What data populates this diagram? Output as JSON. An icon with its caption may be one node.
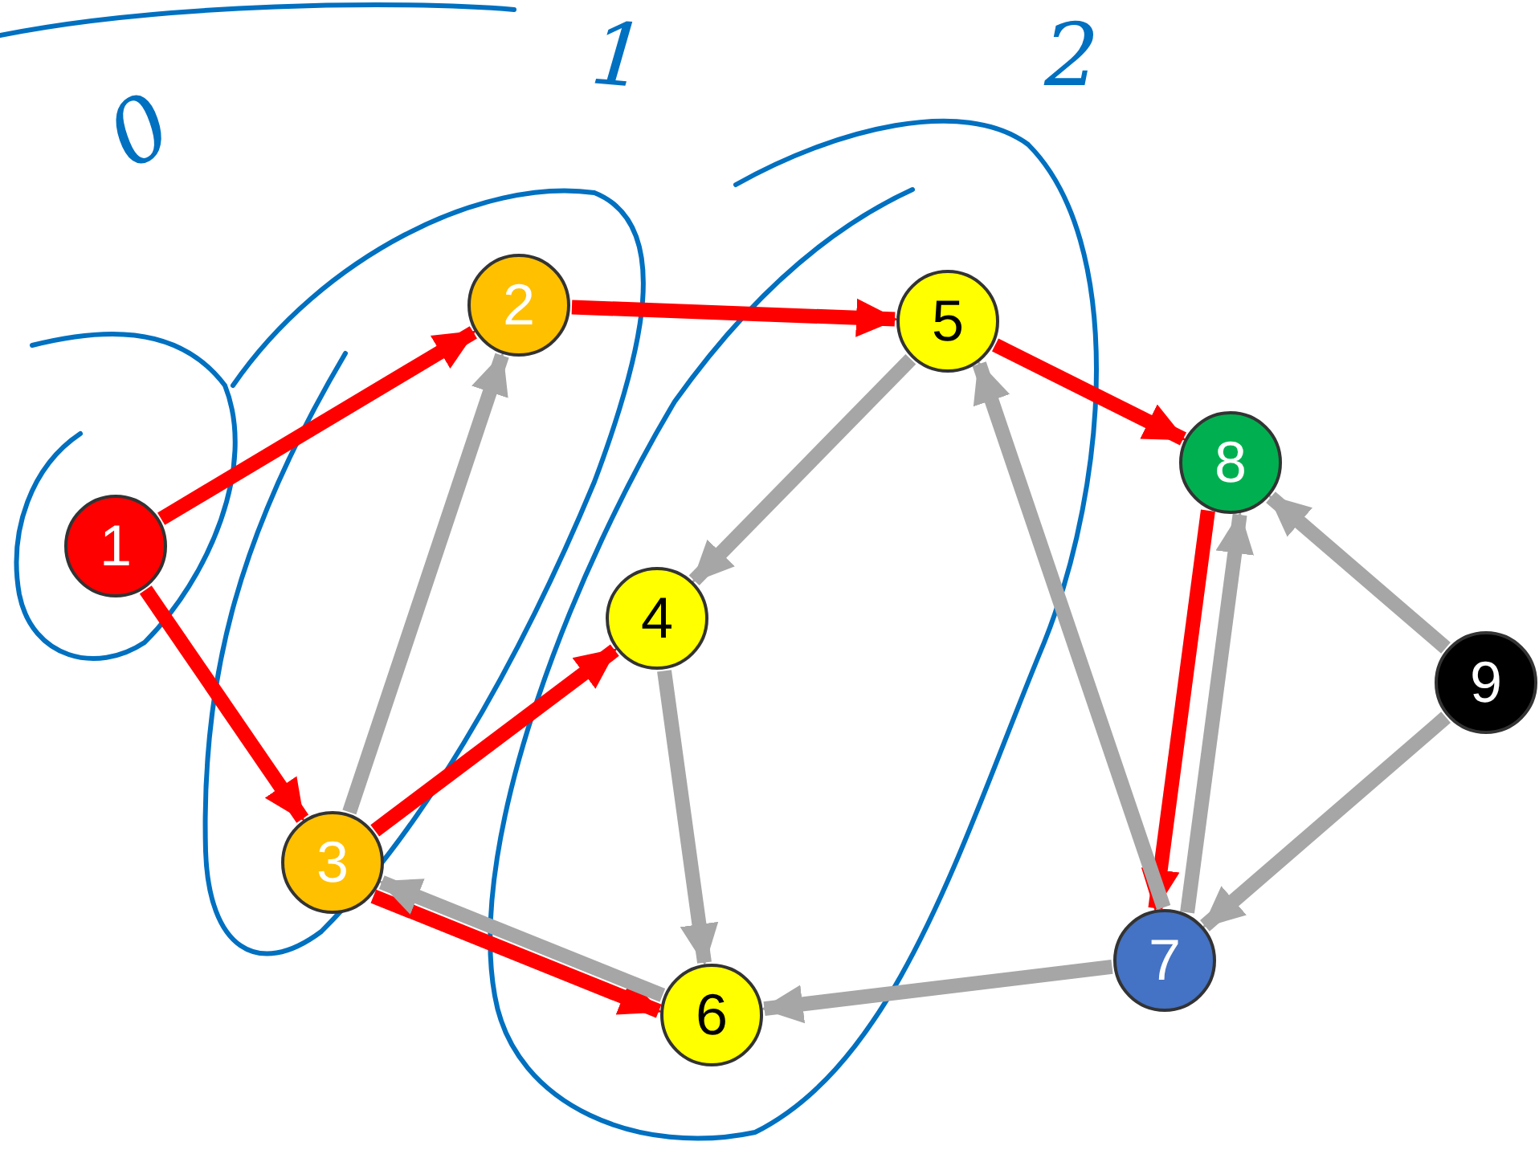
{
  "diagram": {
    "nodes": [
      {
        "text": [
          "1"
        ]
      },
      {
        "text": [
          "2"
        ]
      },
      {
        "text": [
          "3"
        ]
      },
      {
        "text": [
          "4"
        ]
      },
      {
        "text": [
          "5"
        ]
      },
      {
        "text": [
          "6"
        ]
      },
      {
        "text": [
          "7"
        ]
      },
      {
        "text": [
          "8"
        ]
      },
      {
        "text": [
          "9"
        ]
      }
    ],
    "edges": [
      {
        "from": 0,
        "to": 1,
        "arrow": "to",
        "color": "#ff0000"
      },
      {
        "from": 0,
        "to": 2,
        "arrow": "to",
        "color": "#ff0000"
      },
      {
        "from": 1,
        "to": 4,
        "arrow": "to",
        "color": "#ff0000"
      },
      {
        "from": 4,
        "to": 7,
        "arrow": "to",
        "color": "#ff0000"
      },
      {
        "from": 7,
        "to": 6,
        "arrow": "to",
        "color": "#ff0000"
      },
      {
        "from": 2,
        "to": 3,
        "arrow": "to",
        "color": "#ff0000"
      },
      {
        "from": 2,
        "to": 5,
        "arrow": "to",
        "color": "#ff0000"
      },
      {
        "from": 2,
        "to": 1,
        "arrow": "to"
      },
      {
        "from": 4,
        "to": 3,
        "arrow": "to"
      },
      {
        "from": 3,
        "to": 5,
        "arrow": "to"
      },
      {
        "from": 5,
        "to": 2,
        "arrow": "to"
      },
      {
        "from": 6,
        "to": 4,
        "arrow": "to"
      },
      {
        "from": 6,
        "to": 7,
        "arrow": "to"
      },
      {
        "from": 6,
        "to": 5,
        "arrow": "to"
      },
      {
        "from": 8,
        "to": 7,
        "arrow": "to"
      },
      {
        "from": 8,
        "to": 6,
        "arrow": "to"
      }
    ],
    "labels": [
      "0",
      "1",
      "2"
    ]
  }
}
